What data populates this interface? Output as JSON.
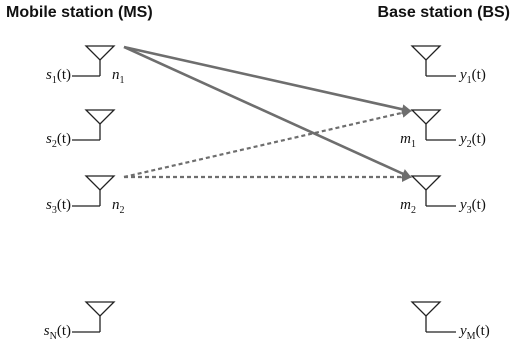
{
  "headings": {
    "ms": "Mobile station (MS)",
    "bs": "Base station (BS)"
  },
  "ms_antennas": [
    {
      "signal": "s",
      "sub": "1",
      "arg": "(t)",
      "node": "n",
      "node_sub": "1"
    },
    {
      "signal": "s",
      "sub": "2",
      "arg": "(t)",
      "node": "",
      "node_sub": ""
    },
    {
      "signal": "s",
      "sub": "3",
      "arg": "(t)",
      "node": "n",
      "node_sub": "2"
    },
    {
      "signal": "s",
      "sub": "N",
      "arg": "(t)",
      "node": "",
      "node_sub": ""
    }
  ],
  "bs_antennas": [
    {
      "signal": "y",
      "sub": "1",
      "arg": "(t)",
      "node": "",
      "node_sub": ""
    },
    {
      "signal": "y",
      "sub": "2",
      "arg": "(t)",
      "node": "m",
      "node_sub": "1"
    },
    {
      "signal": "y",
      "sub": "3",
      "arg": "(t)",
      "node": "m",
      "node_sub": "2"
    },
    {
      "signal": "y",
      "sub": "M",
      "arg": "(t)",
      "node": "",
      "node_sub": ""
    }
  ],
  "links": [
    {
      "from": "n1",
      "to": "m1",
      "style": "solid"
    },
    {
      "from": "n1",
      "to": "m2",
      "style": "solid"
    },
    {
      "from": "n2",
      "to": "m1",
      "style": "dashed"
    },
    {
      "from": "n2",
      "to": "m2",
      "style": "dashed"
    }
  ],
  "colors": {
    "antenna": "#222222",
    "link": "#6e6e6e",
    "text": "#111111"
  }
}
